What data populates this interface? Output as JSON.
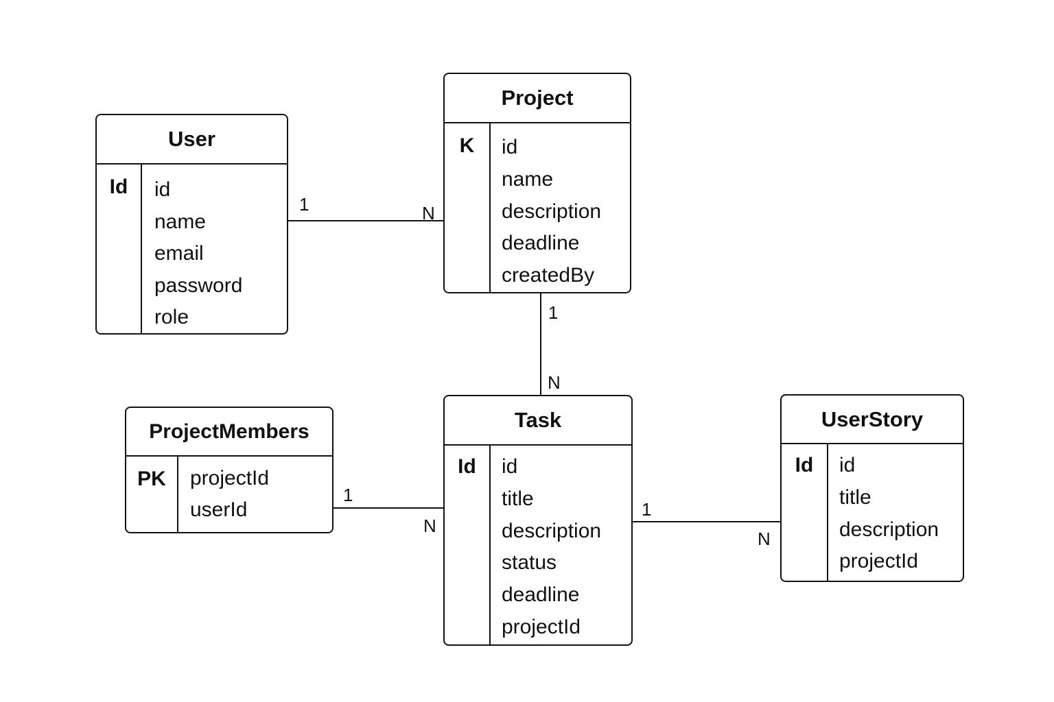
{
  "entities": {
    "user": {
      "name": "User",
      "key": "Id",
      "attributes": [
        "id",
        "name",
        "email",
        "password",
        "role"
      ]
    },
    "project": {
      "name": "Project",
      "key": "K",
      "attributes": [
        "id",
        "name",
        "description",
        "deadline",
        "createdBy"
      ]
    },
    "project_members": {
      "name": "ProjectMembers",
      "key": "PK",
      "attributes": [
        "projectId",
        "userId"
      ]
    },
    "task": {
      "name": "Task",
      "key": "Id",
      "attributes": [
        "id",
        "title",
        "description",
        "status",
        "deadline",
        "projectId"
      ]
    },
    "user_story": {
      "name": "UserStory",
      "key": "Id",
      "attributes": [
        "id",
        "title",
        "description",
        "projectId"
      ]
    }
  },
  "relationships": {
    "user_project": {
      "from_card": "1",
      "to_card": "N"
    },
    "project_task": {
      "from_card": "1",
      "to_card": "N"
    },
    "members_task": {
      "from_card": "1",
      "to_card": "N"
    },
    "task_userstory": {
      "from_card": "1",
      "to_card": "N"
    }
  },
  "colors": {
    "stroke": "#111111",
    "background": "#ffffff",
    "text": "#111111"
  }
}
